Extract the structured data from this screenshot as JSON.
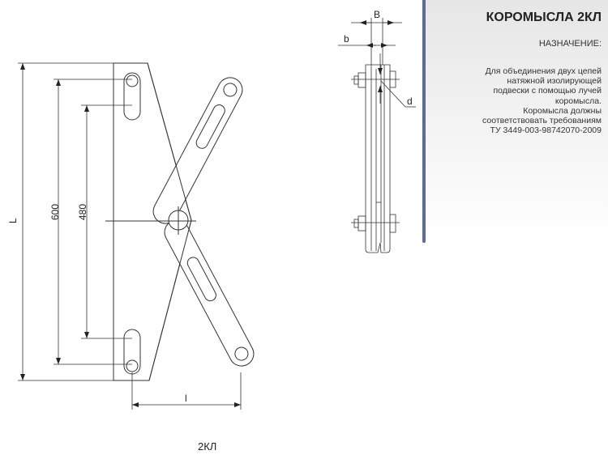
{
  "panel": {
    "title": "КОРОМЫСЛА 2КЛ",
    "subtitle": "НАЗНАЧЕНИЕ:",
    "description_lines": [
      "Для объединения двух цепей",
      "натяжной изолирующей",
      "подвески с помощью лучей",
      "коромысла.",
      "Коромысла должны",
      "соответствовать требованиям",
      "ТУ 3449-003-98742070-2009"
    ],
    "accent_color": "#5b6b9c"
  },
  "drawing": {
    "dim_L": "L",
    "dim_600": "600",
    "dim_480": "480",
    "dim_l": "l",
    "dim_B": "B",
    "dim_b": "b",
    "dim_d": "d",
    "caption": "2КЛ"
  }
}
